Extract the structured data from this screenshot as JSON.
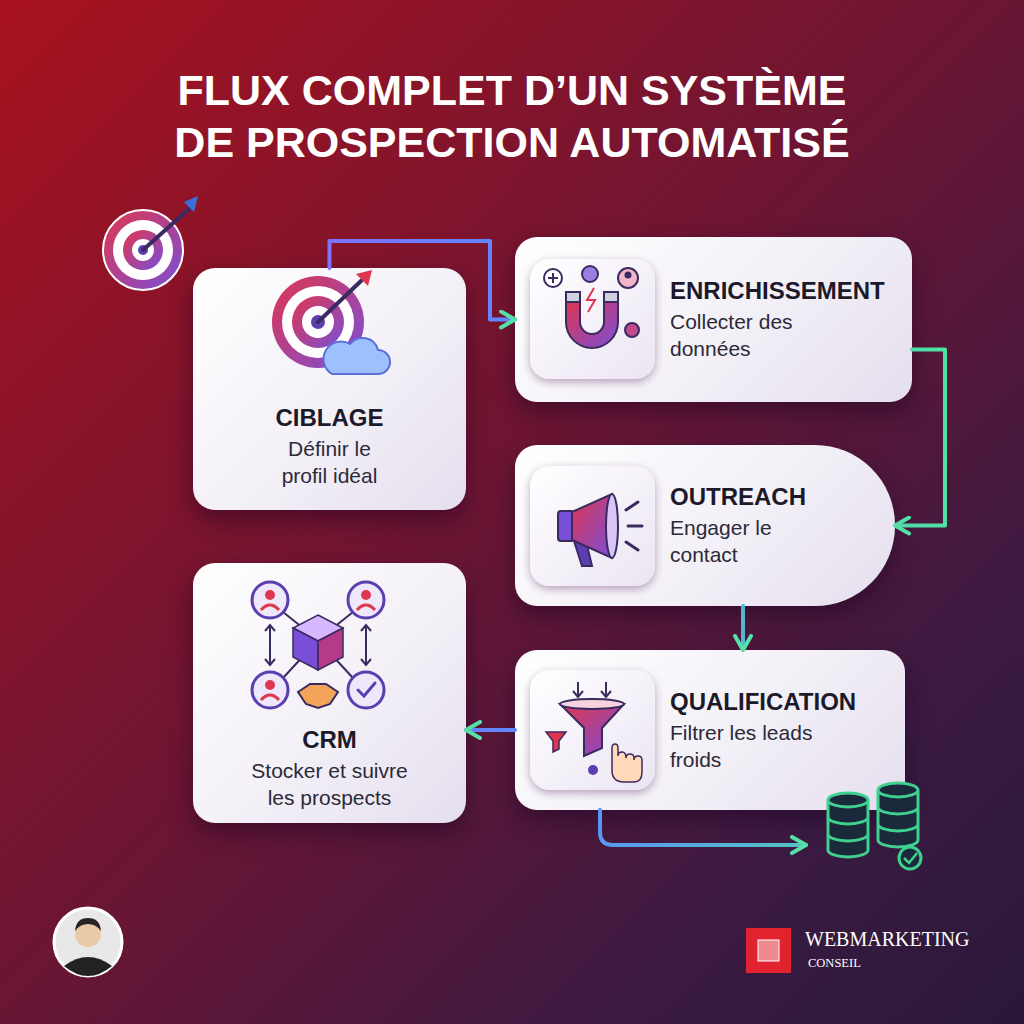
{
  "diagram": {
    "title": "FLUX COMPLET D’UN SYSTÈME DE PROSPECTION AUTOMATISÉ",
    "nodes": [
      {
        "text": [
          "CIBLAGE",
          "Définir le profil idéal"
        ]
      },
      {
        "text": [
          "ENRICHISSEMENT",
          "Collecter des données"
        ]
      },
      {
        "text": [
          "OUTREACH",
          "Engager le contact"
        ]
      },
      {
        "text": [
          "CRM",
          "Stocker et suivre les prospects"
        ]
      },
      {
        "text": [
          "QUALIFICATION",
          "Filtrer les leads froids"
        ]
      }
    ],
    "edges": [
      {
        "from": 0,
        "to": 1,
        "arrow": "to"
      },
      {
        "from": 1,
        "to": 2,
        "arrow": "to"
      },
      {
        "from": 2,
        "to": 4,
        "arrow": "to"
      },
      {
        "from": 4,
        "to": 3,
        "arrow": "to"
      }
    ],
    "labels": [
      "WEBMARKETING",
      "CONSEIL"
    ]
  }
}
